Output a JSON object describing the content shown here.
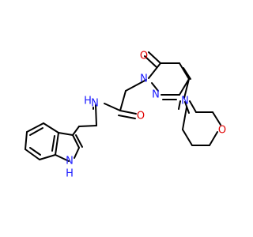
{
  "colors": {
    "bond": "#000000",
    "oxygen": "#e00000",
    "nitrogen": "#1a1aff"
  },
  "labels": {
    "o_carbonyl_pyridazinone": "O",
    "n_pyridazinone_1": "N",
    "n_pyridazinone_2": "N",
    "n_morpholine": "N",
    "o_morpholine": "O",
    "o_amide": "O",
    "n_amide": "N",
    "h_amide": "H",
    "n_indole": "N",
    "h_indole": "H"
  }
}
